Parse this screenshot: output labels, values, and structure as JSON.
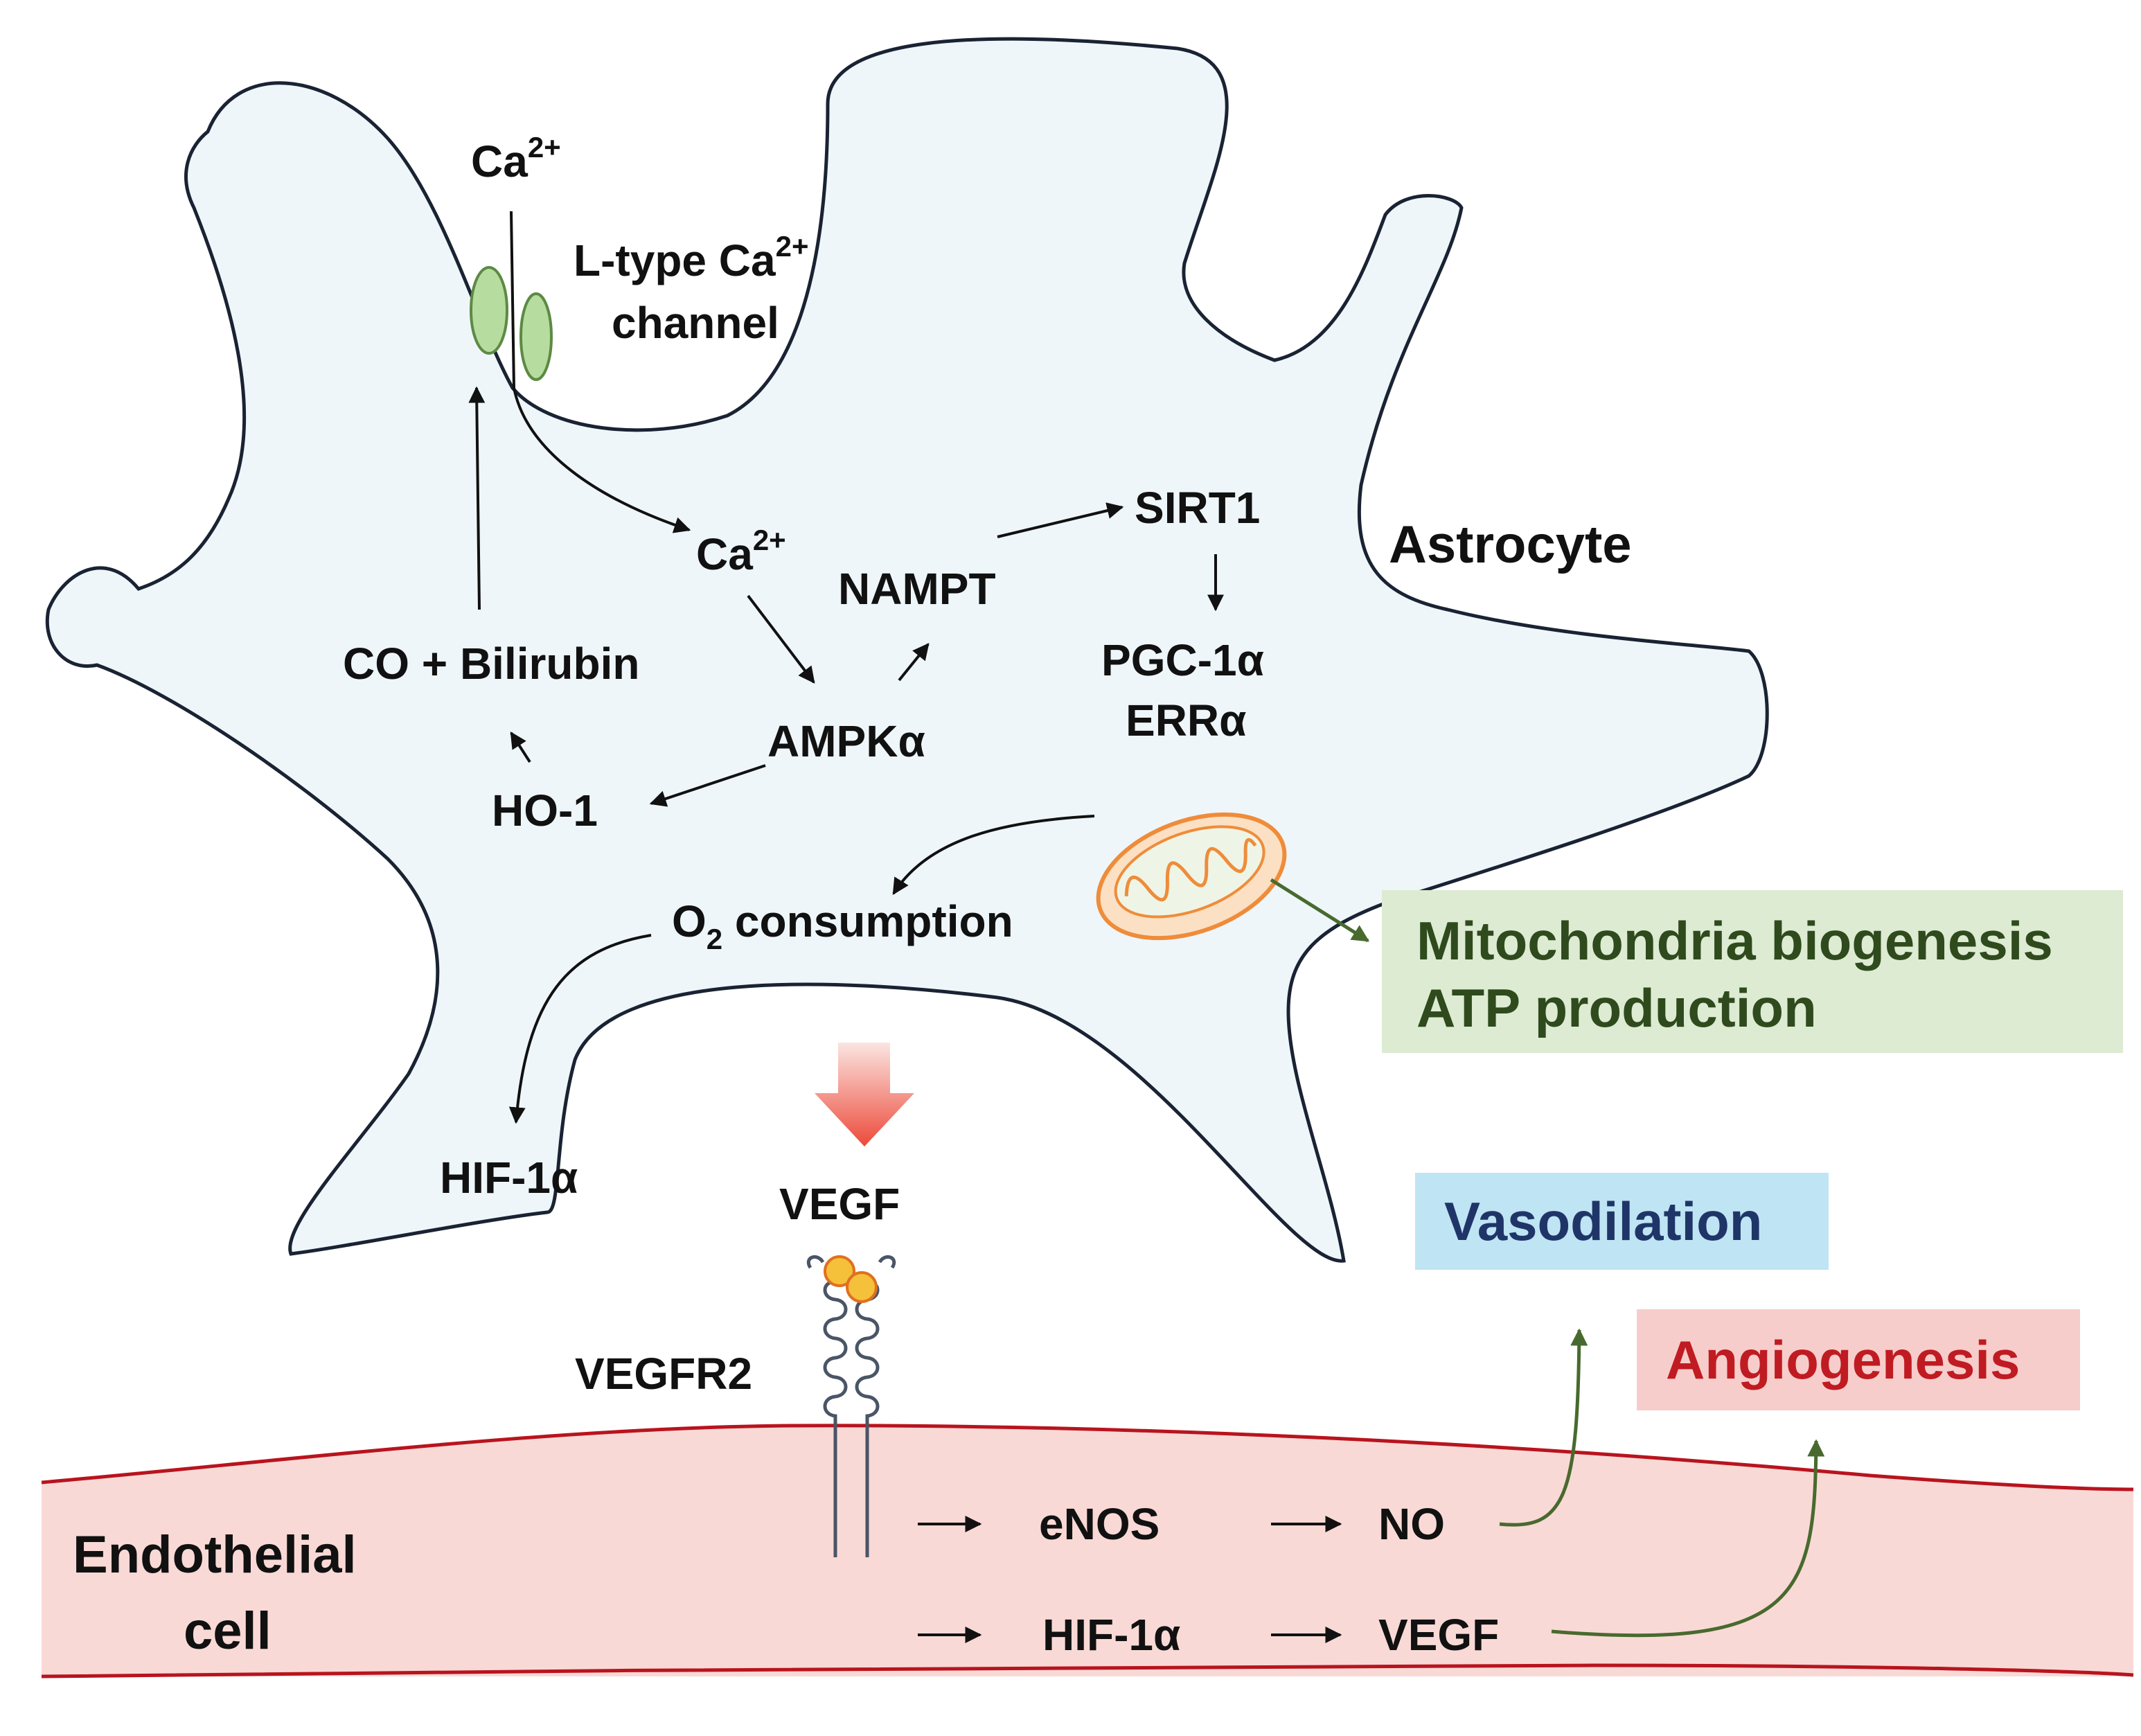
{
  "colors": {
    "astrocyte_fill": "#eef6fa",
    "outline": "#1a2333",
    "endothelial_fill": "#f9d9d6",
    "membrane_red": "#b8141e",
    "channel_green": "#b7dca0",
    "mito_orange": "#ef8c3a",
    "mito_body": "#fbe0c4",
    "green_arrow": "#486a2e",
    "mito_box": "#dcebd2",
    "mito_text": "#2f4a1d",
    "vaso_box": "#bfe4f3",
    "vaso_text": "#1f3568",
    "angio_box": "#f6cdcb",
    "angio_text": "#c01b22",
    "vegf_dot": "#f5c03a"
  },
  "astrocyte": {
    "label": "Astrocyte",
    "ca_outside": "Ca",
    "ca_outside_sup": "2+",
    "channel_label_line1": "L-type Ca",
    "channel_label_sup": "2+",
    "channel_label_line2": "channel",
    "ca_inside": "Ca",
    "ca_inside_sup": "2+",
    "nampt": "NAMPT",
    "sirt1": "SIRT1",
    "pgc1a": "PGC-1α",
    "erra": "ERRα",
    "co_bilirubin": "CO + Bilirubin",
    "ampka": "AMPKα",
    "ho1": "HO-1",
    "o2_prefix": "O",
    "o2_sub": "2",
    "o2_suffix": " consumption",
    "hif1a": "HIF-1α",
    "vegf": "VEGF"
  },
  "receptor": {
    "label": "VEGFR2"
  },
  "endothelial": {
    "label_line1": "Endothelial",
    "label_line2": "cell",
    "enos": "eNOS",
    "no": "NO",
    "hif1a": "HIF-1α",
    "vegf": "VEGF"
  },
  "outcomes": {
    "mito_line1": "Mitochondria biogenesis",
    "mito_line2": "ATP production",
    "vasodilation": "Vasodilation",
    "angiogenesis": "Angiogenesis"
  }
}
